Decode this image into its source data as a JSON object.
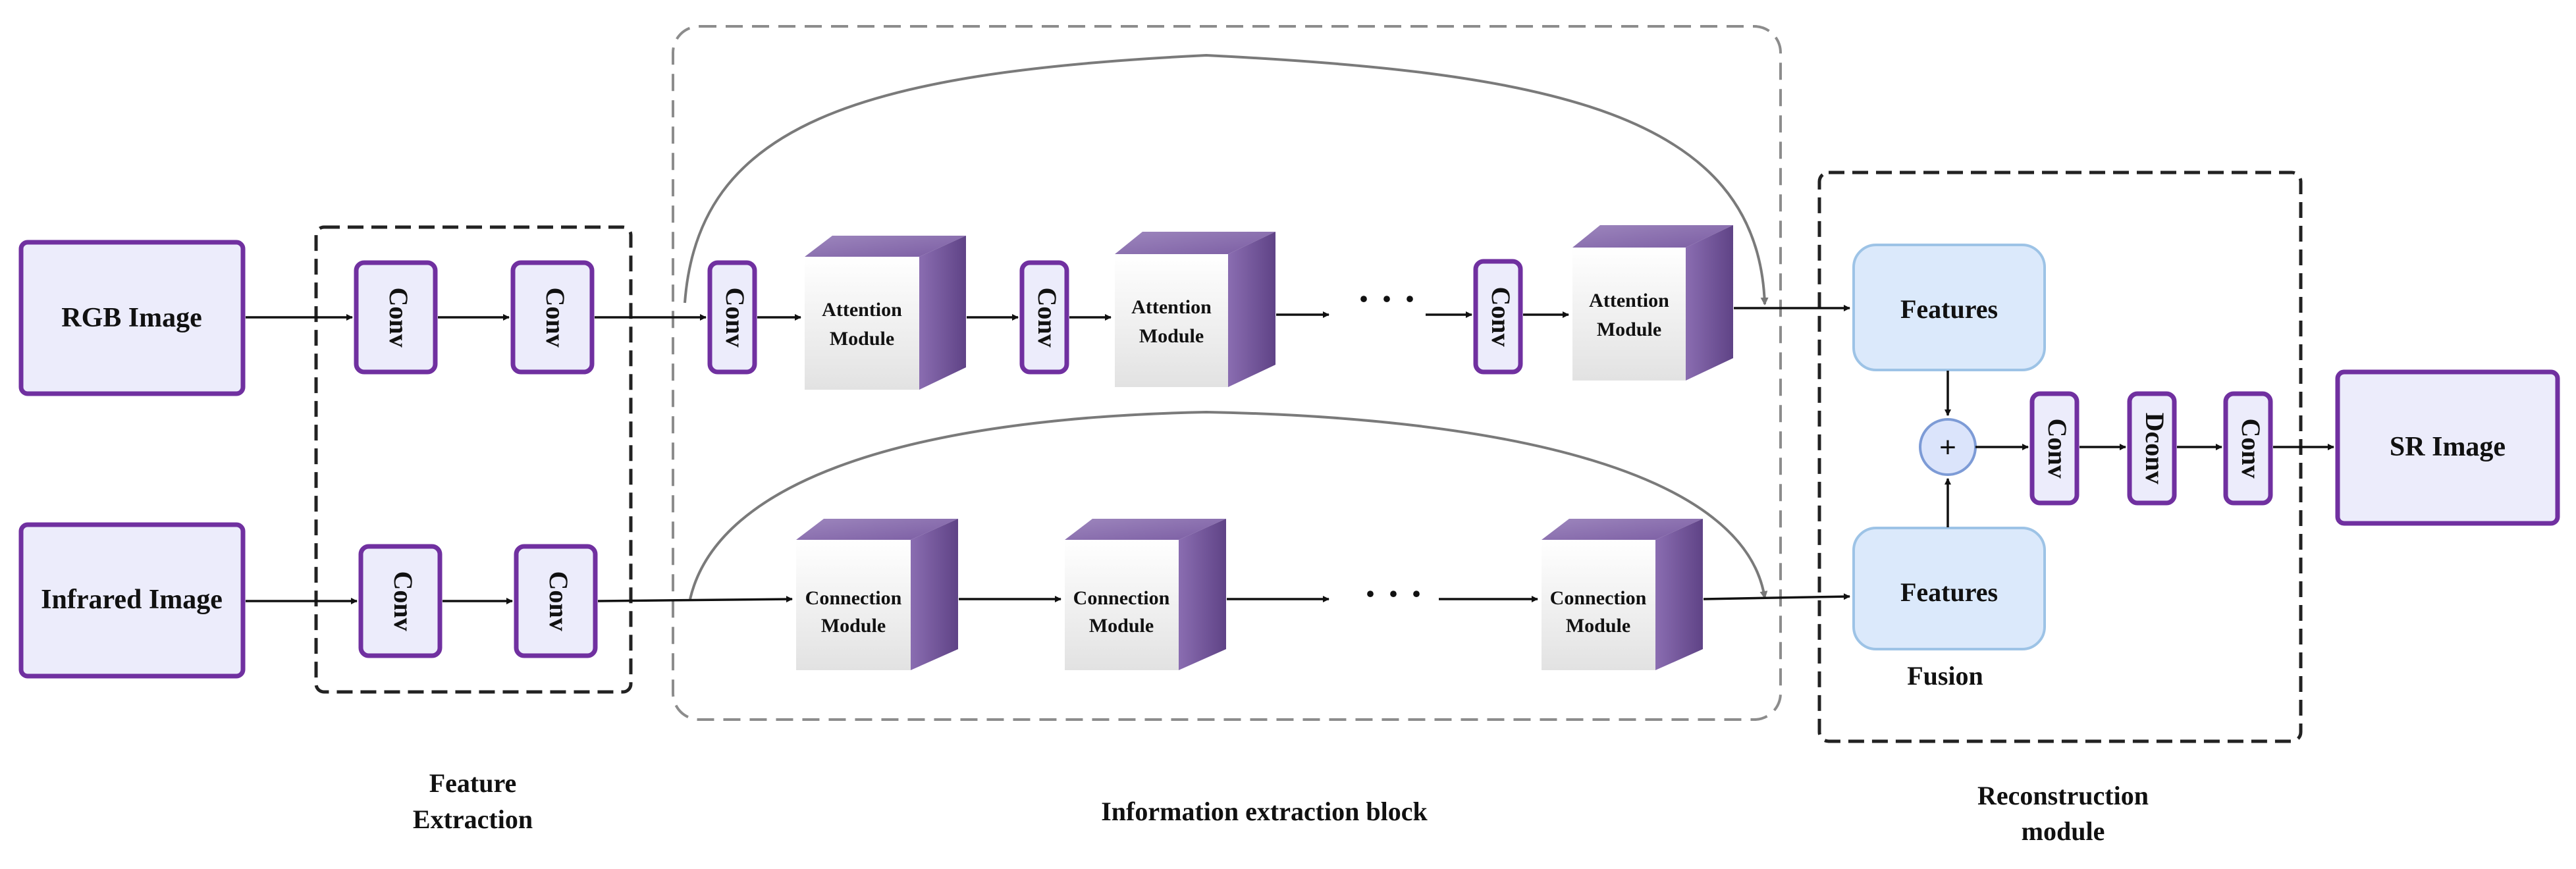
{
  "inputs": {
    "rgb": "RGB Image",
    "infrared": "Infrared Image"
  },
  "feature_extraction": {
    "conv_label": "Conv",
    "caption_line1": "Feature",
    "caption_line2": "Extraction"
  },
  "information_extraction": {
    "conv_label": "Conv",
    "attention_line1": "Attention",
    "attention_line2": "Module",
    "connection_line1": "Connection",
    "connection_line2": "Module",
    "ellipsis": "· · ·",
    "caption": "Information extraction block"
  },
  "reconstruction": {
    "features_top": "Features",
    "features_bottom": "Features",
    "plus": "+",
    "fusion": "Fusion",
    "conv_label": "Conv",
    "dconv_label": "Dconv",
    "caption_line1": "Reconstruction",
    "caption_line2": "module"
  },
  "output": {
    "sr": "SR Image"
  },
  "colors": {
    "purple_border": "#7030a0",
    "light_fill": "#ececfb",
    "features_fill": "#dbe9fb",
    "features_border": "#9dc3e6",
    "cube_front_top": "#ffffff",
    "cube_front_bottom": "#e4e4e4",
    "cube_top": "#8c72ad",
    "cube_side": "#6e4f97",
    "dashed_black": "#222222",
    "dashed_gray": "#8c8c8c"
  }
}
